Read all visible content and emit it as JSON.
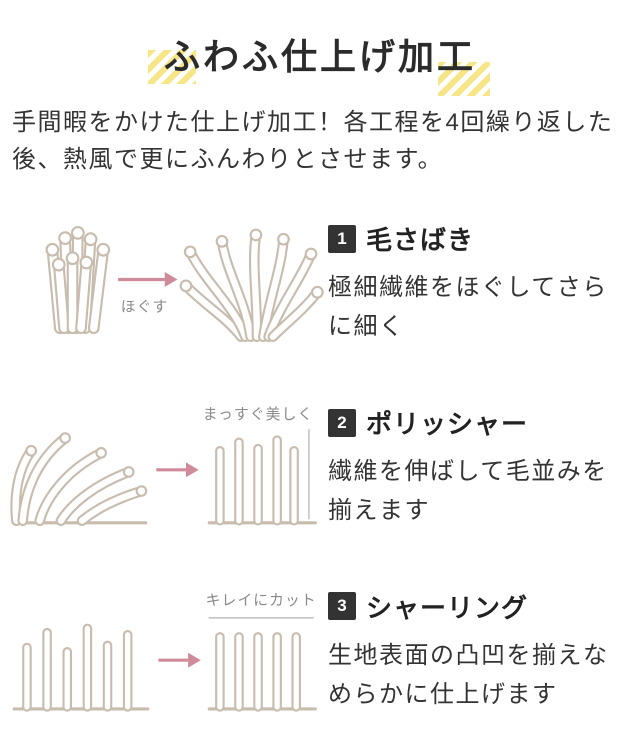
{
  "title": "ふわふ仕上げ加工",
  "intro": "手間暇をかけた仕上げ加工！各工程を4回繰り返した後、熱風で更にふんわりとさせます。",
  "steps": [
    {
      "number": "1",
      "heading": "毛さばき",
      "description": "極細繊維をほぐしてさらに細く",
      "illustration_label": "ほぐす",
      "illustration_icon": "fiber-bundle-to-loose-fibers"
    },
    {
      "number": "2",
      "heading": "ポリッシャー",
      "description": "繊維を伸ばして毛並みを揃えます",
      "illustration_label": "まっすぐ美しく",
      "illustration_icon": "bent-fibers-to-straight-fibers"
    },
    {
      "number": "3",
      "heading": "シャーリング",
      "description": "生地表面の凸凹を揃えなめらかに仕上げます",
      "illustration_label": "キレイにカット",
      "illustration_icon": "uneven-pile-to-even-pile"
    }
  ],
  "colors": {
    "accent_yellow": "#f7e687",
    "arrow_pink": "#d08b9b",
    "illustration_beige": "#c7bcae",
    "badge_background": "#333333",
    "text": "#333333",
    "caption_gray": "#8a8a8a"
  }
}
